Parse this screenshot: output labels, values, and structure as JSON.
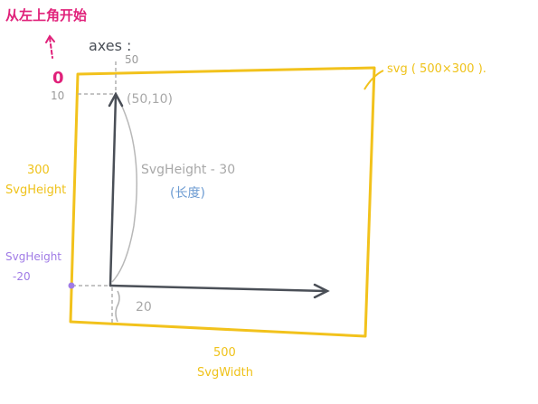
{
  "colors": {
    "pink": "#e0217a",
    "yellow": "#f2c21c",
    "dark": "#4a4f57",
    "gray": "#a8a8a8",
    "blue": "#6c9bd2",
    "purple": "#a07be6"
  },
  "top_note": "从左上角开始",
  "origin_label": "0",
  "axes_label": "axes :",
  "label_50": "50",
  "label_10": "10",
  "axis_origin_point": "(50,10)",
  "svg_height_30": "SvgHeight - 30",
  "length_note": "(长度)",
  "svg_box_label": "svg ( 500×300 ).",
  "label_300": "300",
  "svg_height": "SvgHeight",
  "svg_height_20_line1": "SvgHeight",
  "svg_height_20_line2": "-20",
  "label_20": "20",
  "label_500": "500",
  "svg_width": "SvgWidth"
}
